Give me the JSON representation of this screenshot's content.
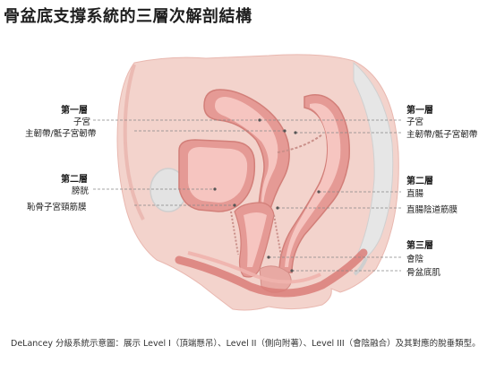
{
  "title": "骨盆底支撐系統的三層次解剖結構",
  "left_labels": {
    "level1": "第一層",
    "uterus": "子宮",
    "ligaments": "主韌帶/骶子宮韌帶",
    "level2": "第二層",
    "bladder": "膀胱",
    "pcf": "恥骨子宮頸筋膜"
  },
  "right_labels": {
    "level1": "第一層",
    "uterus": "子宮",
    "ligaments": "主韌帶/骶子宮韌帶",
    "level2": "第二層",
    "rectum": "直腸",
    "rvf": "直腸陰道筋膜",
    "level3": "第三層",
    "perineum": "會陰",
    "pelvic_floor": "骨盆底肌"
  },
  "caption": "DeLancey 分級系統示意圖：展示 Level I（頂端懸吊）、Level II（側向附著）、Level III（會陰融合）及其對應的脫垂類型。",
  "colors": {
    "skin": "#f3d3cc",
    "organ": "#e59a95",
    "organ_inner": "#f6c5c0",
    "bone": "#e3e3e3",
    "leader": "#888888"
  }
}
